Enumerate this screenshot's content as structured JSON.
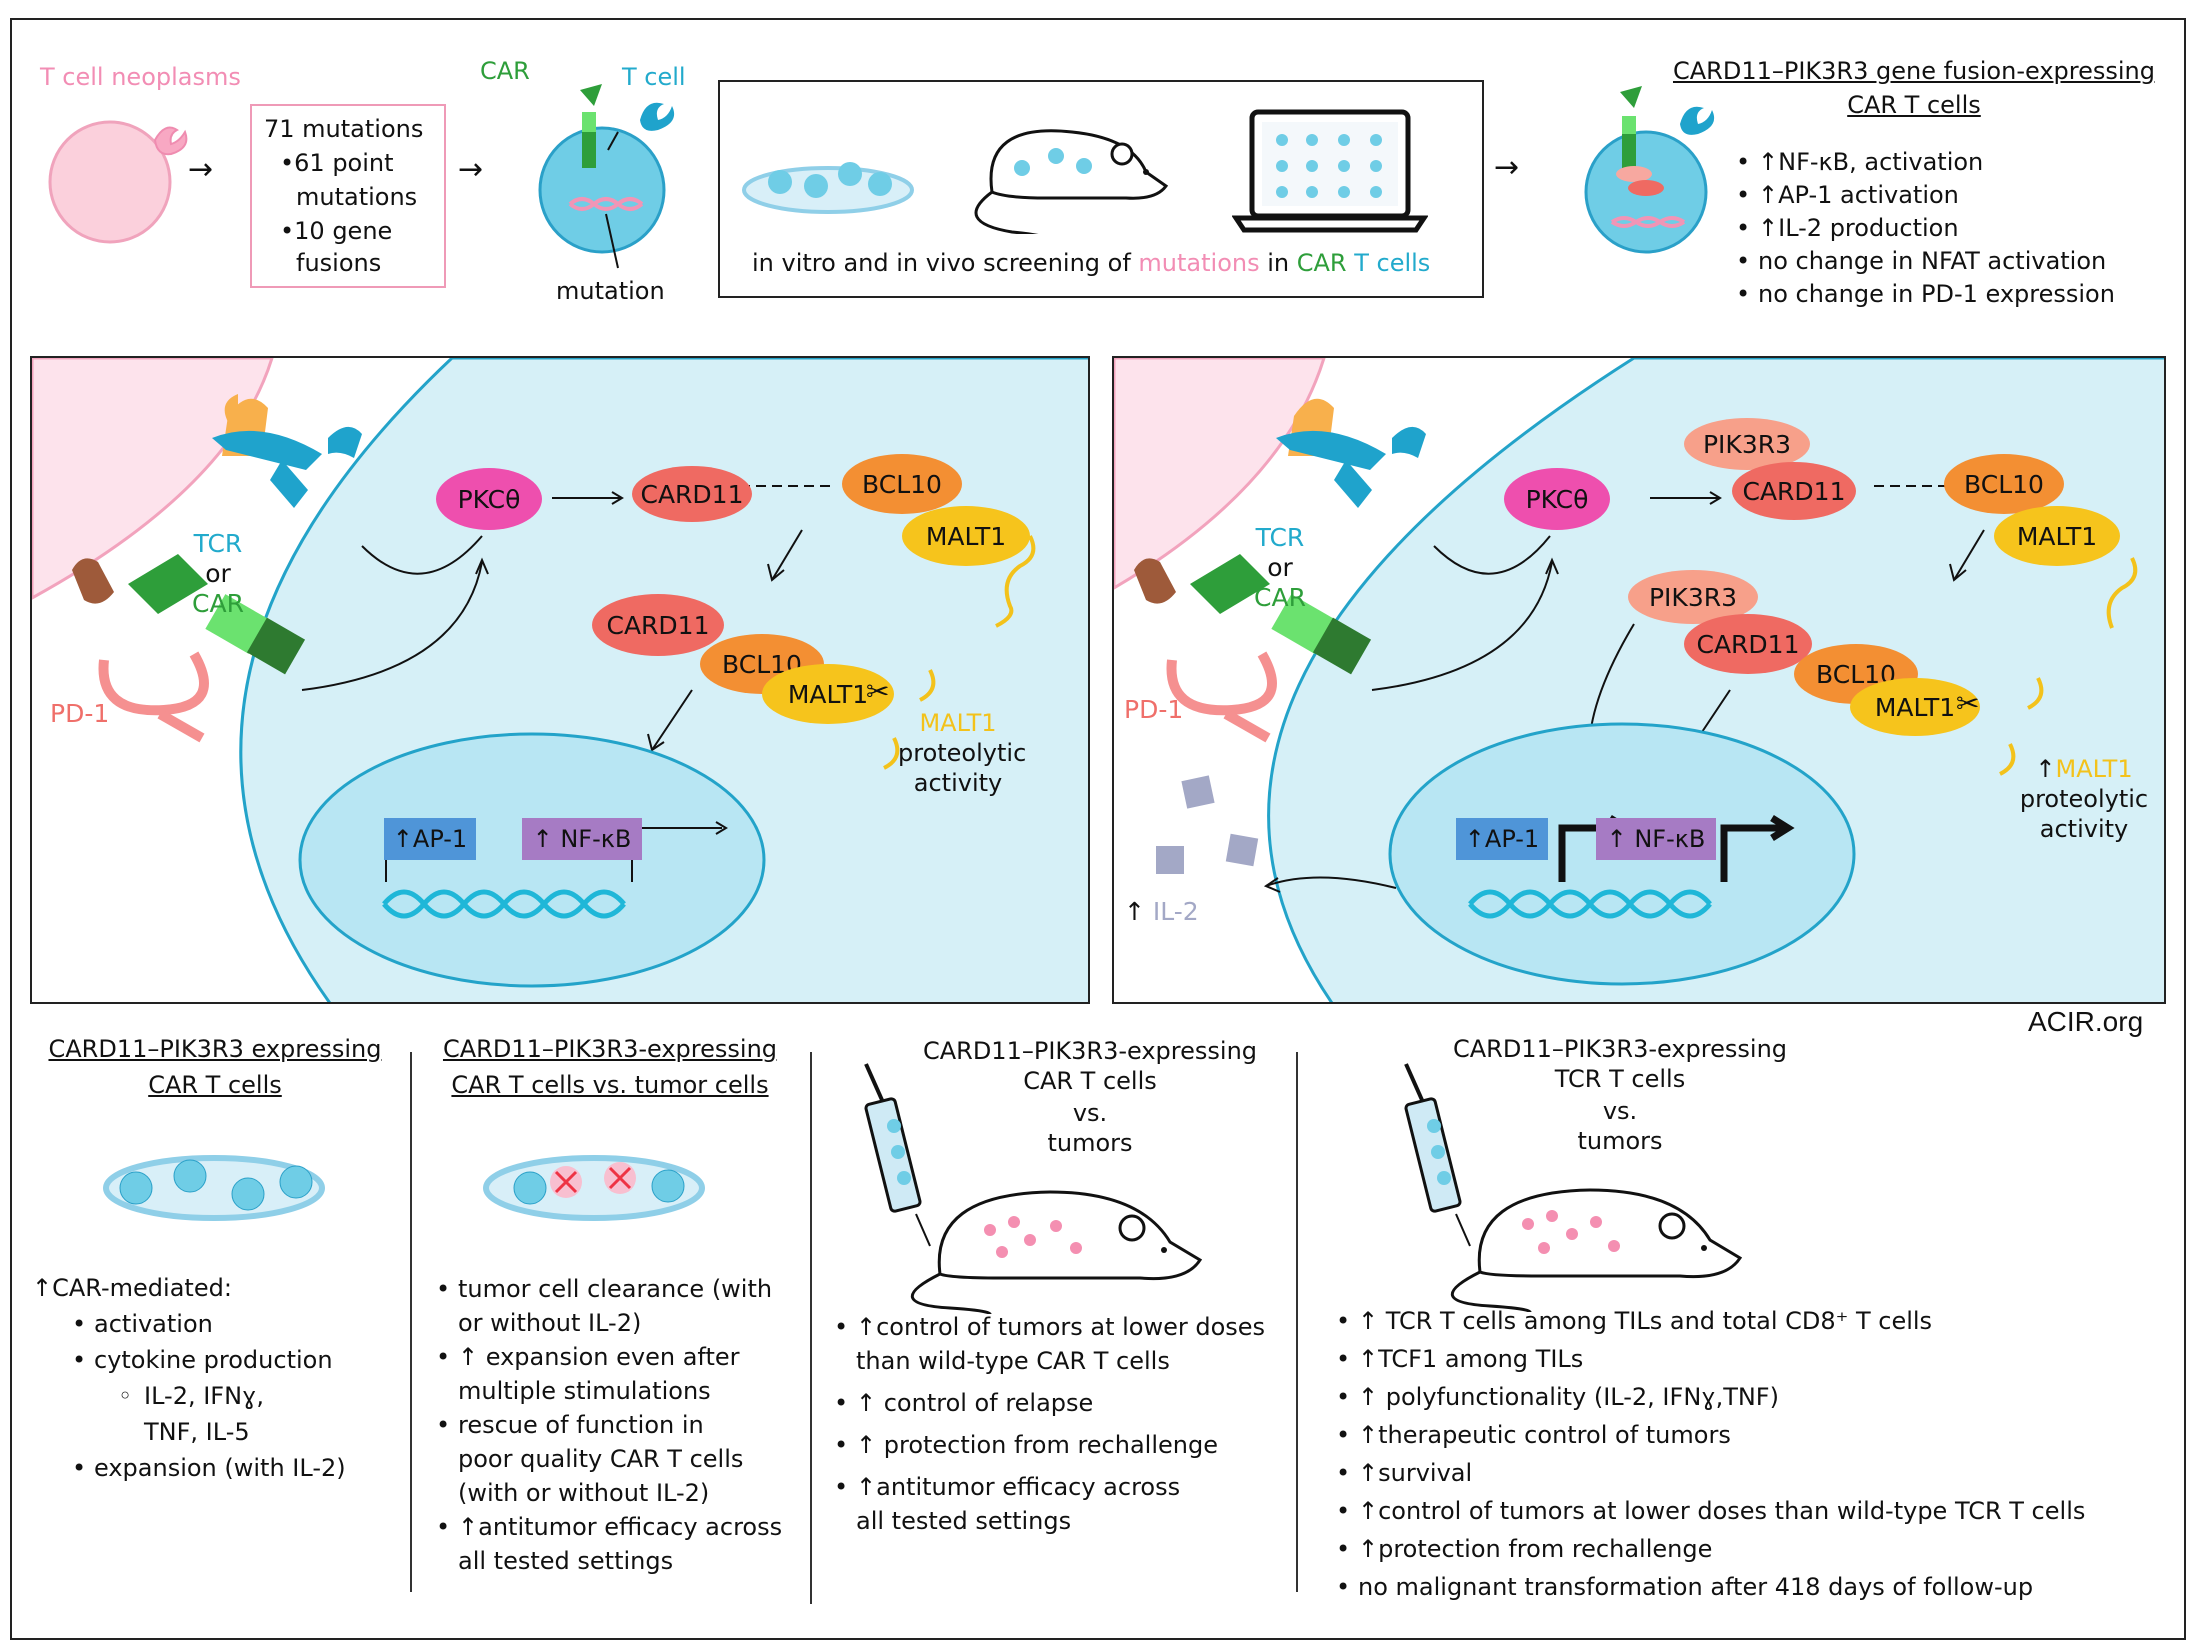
{
  "top": {
    "t_cell_neoplasms": "T cell neoplasms",
    "mutations_lines": [
      "71 mutations",
      "•61 point",
      "mutations",
      "•10 gene",
      "fusions"
    ],
    "car_label": "CAR",
    "tcell_label": "T cell",
    "mutation_label": "mutation",
    "screen_caption": {
      "part1": "in vitro and in vivo screening of ",
      "part2": "mutations",
      "part3": " in ",
      "part4": "CAR",
      "part5": " T cells"
    },
    "fusion_title_1": "CARD11–PIK3R3 gene fusion-expressing",
    "fusion_title_2": "CAR T cells",
    "fusion_effects": [
      "↑NF-κB, activation",
      "↑AP-1 activation",
      "↑IL-2 production",
      "no change in NFAT activation",
      "no change in PD-1 expression"
    ]
  },
  "left_panel": {
    "tcr": "TCR",
    "or": "or",
    "car": "CAR",
    "pd1": "PD-1",
    "pkc": "PKCθ",
    "card11": "CARD11",
    "bcl10": "BCL10",
    "malt1": "MALT1",
    "ap1": "↑AP-1",
    "nfkb": "↑ NF-κB",
    "malt1_activity_1": "MALT1",
    "malt1_activity_2": "proteolytic",
    "malt1_activity_3": "activity"
  },
  "right_panel": {
    "tcr": "TCR",
    "or": "or",
    "car": "CAR",
    "pd1": "PD-1",
    "pkc": "PKCθ",
    "pik3r3": "PIK3R3",
    "card11": "CARD11",
    "bcl10": "BCL10",
    "malt1": "MALT1",
    "ap1": "↑AP-1",
    "nfkb": "↑ NF-κB",
    "il2_arrow": "↑",
    "il2": "IL-2",
    "malt1_activity_arrow": "↑",
    "malt1_activity_1": "MALT1",
    "malt1_activity_2": "proteolytic",
    "malt1_activity_3": "activity"
  },
  "credit": "ACIR.org",
  "bottom": {
    "col1": {
      "title_1": "CARD11–PIK3R3 expressing",
      "title_2": "CAR T cells",
      "head": "↑CAR-mediated:",
      "items": [
        "activation",
        "cytokine production"
      ],
      "sub_1": "IL-2, IFNɣ,",
      "sub_2": "TNF, IL-5",
      "last": "expansion (with IL-2)"
    },
    "col2": {
      "title_1": "CARD11–PIK3R3-expressing",
      "title_2": "CAR T cells vs. tumor cells",
      "items": [
        [
          "tumor cell clearance (with",
          "or without IL-2)"
        ],
        [
          "↑ expansion even after",
          "multiple stimulations"
        ],
        [
          "rescue of function in",
          "poor quality CAR T cells",
          "(with or without IL-2)"
        ],
        [
          "↑antitumor efficacy across",
          "all tested settings"
        ]
      ]
    },
    "col3": {
      "title_1": "CARD11–PIK3R3-expressing",
      "title_2": "CAR T cells",
      "title_3": "vs.",
      "title_4": "tumors",
      "items": [
        [
          "↑control of tumors at lower doses",
          "than wild-type CAR T cells"
        ],
        [
          "↑  control of   relapse"
        ],
        [
          "↑ protection from rechallenge"
        ],
        [
          "↑antitumor efficacy across",
          "all tested settings"
        ]
      ]
    },
    "col4": {
      "title_1": "CARD11–PIK3R3-expressing",
      "title_2": "TCR T cells",
      "title_3": "vs.",
      "title_4": "tumors",
      "items": [
        "↑ TCR T cells among TILs and total CD8⁺ T cells",
        "↑TCF1 among TILs",
        "↑ polyfunctionality (IL-2, IFNɣ,TNF)",
        "↑therapeutic control of tumors",
        "↑survival",
        "↑control of tumors at lower doses than wild-type TCR T cells",
        "↑protection from rechallenge",
        "no malignant transformation after 418 days of follow-up"
      ]
    }
  }
}
